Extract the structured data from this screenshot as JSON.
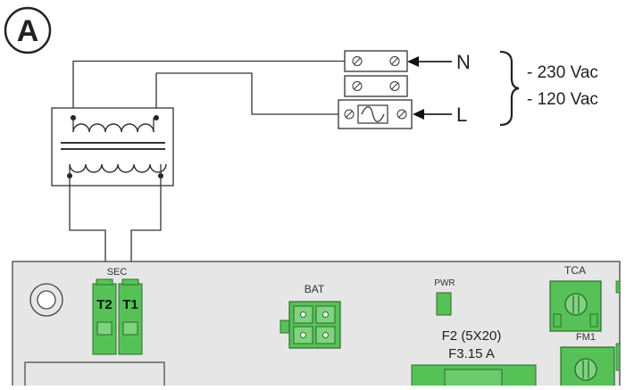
{
  "figure_label": "A",
  "terminals": {
    "neutral": "N",
    "line": "L"
  },
  "voltages": [
    "- 230 Vac",
    "- 120 Vac"
  ],
  "board_labels": {
    "sec": "SEC",
    "t2": "T2",
    "t1": "T1",
    "bat": "BAT",
    "pwr": "PWR",
    "fuse_size": "F2 (5X20)",
    "fuse_rating": "F3.15 A",
    "tca": "TCA",
    "fm1": "FM1"
  },
  "colors": {
    "board": "#e6e6e6",
    "connector_green": "#56c157",
    "wire": "#333333"
  }
}
